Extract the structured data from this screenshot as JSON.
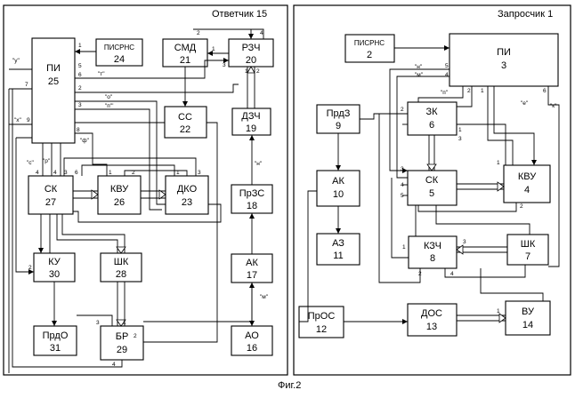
{
  "responder_title": "Ответчик 15",
  "interrogator_title": "Запросчик 1",
  "caption": "Фиг.2",
  "blocks": {
    "pi25": {
      "name": "ПИ",
      "num": "25"
    },
    "pisrns24": {
      "name": "ПИСРНС",
      "num": "24"
    },
    "smd21": {
      "name": "СМД",
      "num": "21"
    },
    "rzch20": {
      "name": "РЗЧ",
      "num": "20"
    },
    "ss22": {
      "name": "СС",
      "num": "22"
    },
    "dzch19": {
      "name": "ДЗЧ",
      "num": "19"
    },
    "sk27": {
      "name": "СК",
      "num": "27"
    },
    "kvu26": {
      "name": "КВУ",
      "num": "26"
    },
    "dko23": {
      "name": "ДКО",
      "num": "23"
    },
    "przs18": {
      "name": "ПрЗС",
      "num": "18"
    },
    "ku30": {
      "name": "КУ",
      "num": "30"
    },
    "shk28": {
      "name": "ШК",
      "num": "28"
    },
    "ak17": {
      "name": "АК",
      "num": "17"
    },
    "prdo31": {
      "name": "ПрдО",
      "num": "31"
    },
    "br29": {
      "name": "БР",
      "num": "29"
    },
    "ao16": {
      "name": "АО",
      "num": "16"
    },
    "pisrns2": {
      "name": "ПИСРНС",
      "num": "2"
    },
    "pi3": {
      "name": "ПИ",
      "num": "3"
    },
    "prdz9": {
      "name": "ПрдЗ",
      "num": "9"
    },
    "zk6": {
      "name": "ЗК",
      "num": "6"
    },
    "ak10": {
      "name": "АК",
      "num": "10"
    },
    "sk5": {
      "name": "СК",
      "num": "5"
    },
    "kvu4": {
      "name": "КВУ",
      "num": "4"
    },
    "az11": {
      "name": "АЗ",
      "num": "11"
    },
    "kzch8": {
      "name": "КЗЧ",
      "num": "8"
    },
    "shk7": {
      "name": "ШК",
      "num": "7"
    },
    "pros12": {
      "name": "ПрОС",
      "num": "12"
    },
    "dos13": {
      "name": "ДОС",
      "num": "13"
    },
    "vu14": {
      "name": "ВУ",
      "num": "14"
    }
  },
  "signal_labels": {
    "y": "\"у\"",
    "t": "\"т\"",
    "o": "\"о\"",
    "n_prime": "\"п'\"",
    "x": "\"х\"",
    "s": "\"с\"",
    "r": "\"р\"",
    "phi": "\"ф\"",
    "n_resp": "\"н\"",
    "m_resp": "\"м\"",
    "n_int": "\"н\"",
    "m_int": "\"м\"",
    "p_int": "\"п\"",
    "e_int": "\"е\"",
    "k_int": "\"к\""
  },
  "port_numbers": {
    "one": "1",
    "two": "2",
    "three": "3",
    "four": "4",
    "five": "5",
    "six": "6",
    "seven": "7",
    "eight": "8",
    "nine": "9"
  }
}
